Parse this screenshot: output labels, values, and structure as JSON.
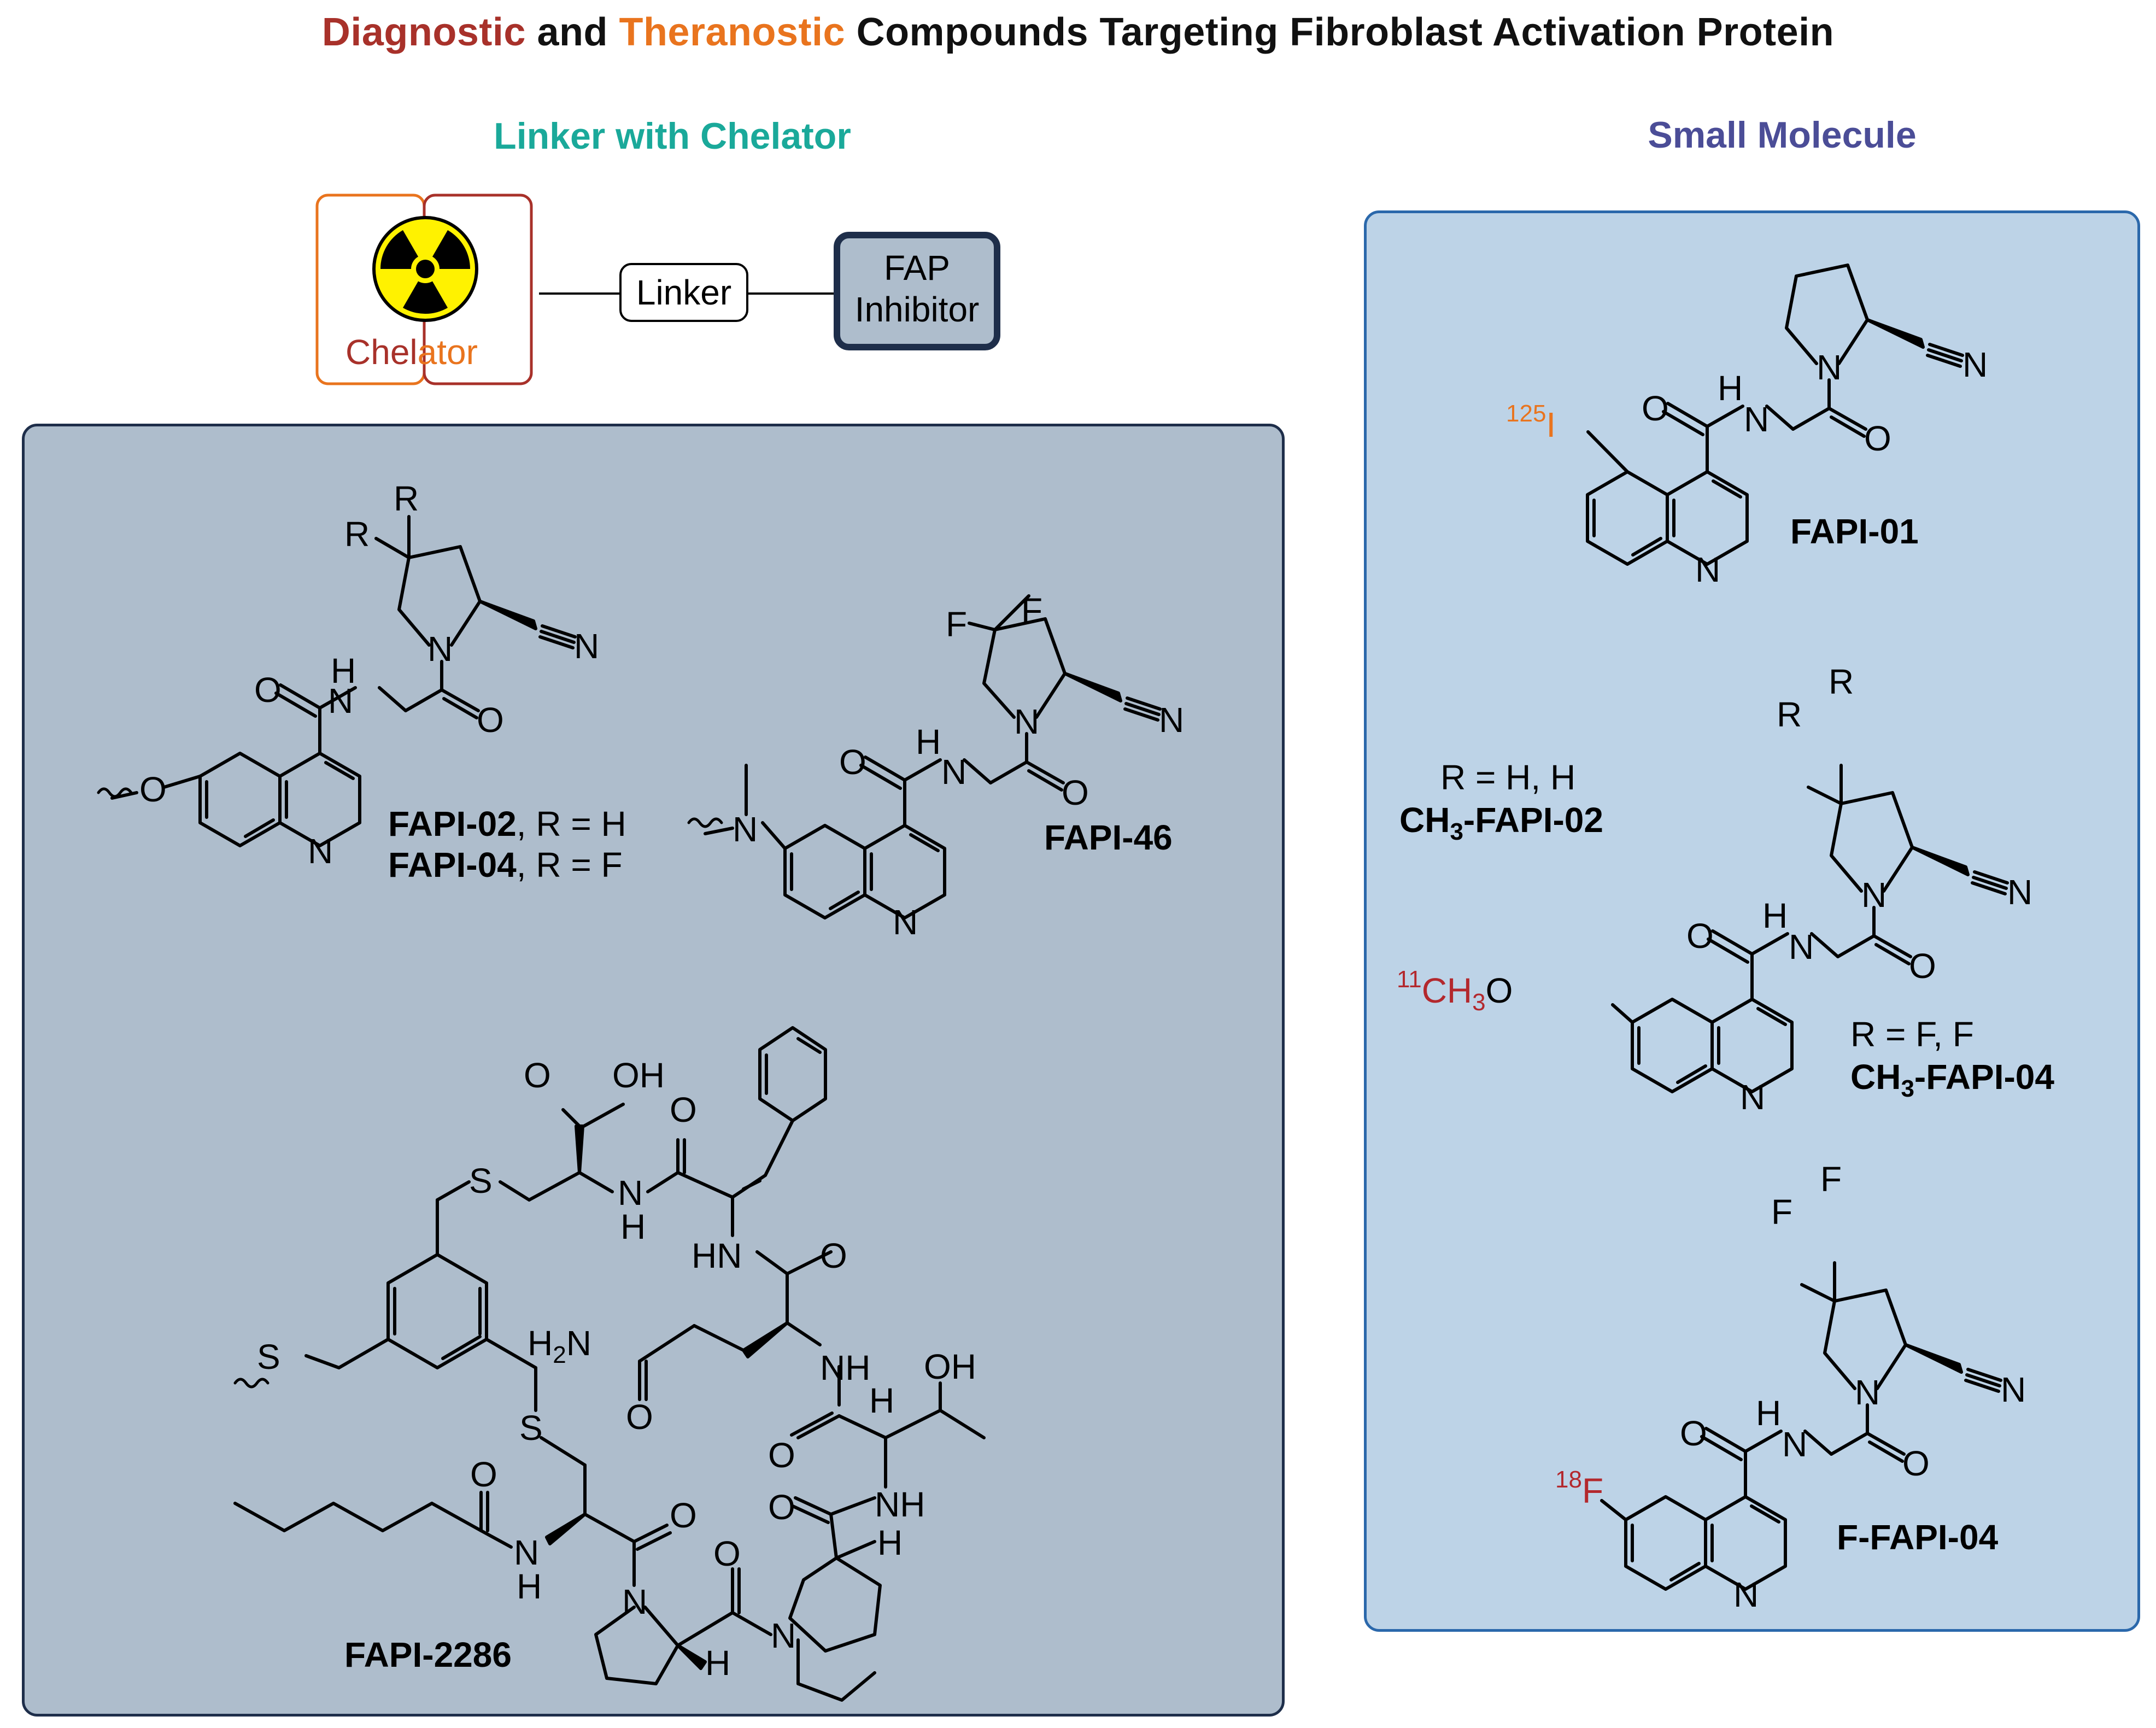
{
  "title": {
    "part1": "Diagnostic",
    "part2": " and ",
    "part3": "Theranostic",
    "part4": " Compounds Targeting Fibroblast Activation Protein"
  },
  "headings": {
    "left": "Linker with Chelator",
    "right": "Small Molecule"
  },
  "scheme": {
    "chelator_a": "Chel",
    "chelator_b": "ator",
    "linker": "Linker",
    "fap_line1": "FAP",
    "fap_line2": "Inhibitor"
  },
  "labels": {
    "fapi02": "FAPI-02",
    "fapi02_r": ", R = H",
    "fapi04": "FAPI-04",
    "fapi04_r": ", R = F",
    "fapi46": "FAPI-46",
    "fapi2286": "FAPI-2286",
    "fapi01": "FAPI-01",
    "ch3_fapi02_r": "R = H, H",
    "ch3_fapi02": "-FAPI-02",
    "ch3_fapi04_r": "R = F, F",
    "ch3_fapi04": "-FAPI-04",
    "f_fapi04": "F-FAPI-04",
    "iso_125": "125",
    "iso_11": "11",
    "iso_18": "18"
  },
  "atoms": {
    "N": "N",
    "O": "O",
    "H": "H",
    "R": "R",
    "F": "F",
    "S": "S",
    "I": "I",
    "OH": "OH",
    "NH": "NH",
    "HN": "HN",
    "H2N": "H",
    "CH3": "CH",
    "three": "3",
    "two": "2"
  },
  "colors": {
    "diagnostic": "#a8312a",
    "theranostic": "#e9741e",
    "linker_heading": "#1aa99a",
    "small_molecule_heading": "#4b4d97",
    "left_panel": "#aebdcc",
    "right_panel": "#bdd3e7",
    "isotope_red": "#b3282d",
    "isotope_orange": "#e9741e"
  }
}
